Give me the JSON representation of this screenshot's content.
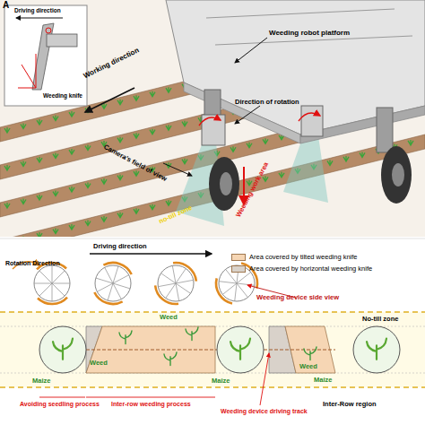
{
  "diagram": {
    "labels": [
      "A",
      "Driving direction",
      "Weeding knife",
      "Working direction",
      "Weeding robot platform",
      "Direction of rotation",
      "Camera's field of view",
      "no-till zone",
      "Weeding work area",
      "Rotation Direction",
      "Driving direction",
      "Weeding device side view",
      "No-till zone",
      "Weed",
      "Weed",
      "Weed",
      "Maize",
      "Maize",
      "Maize",
      "Avoiding seedling process",
      "Inter-row weeding process",
      "Weeding device driving track",
      "Inter-Row region"
    ],
    "legend": [
      {
        "text": "Area covered by tilted weeding knife",
        "color": "#f6d6b4"
      },
      {
        "text": "Area covered by horizontal weeding knife",
        "color": "#d9d2ca"
      }
    ]
  }
}
